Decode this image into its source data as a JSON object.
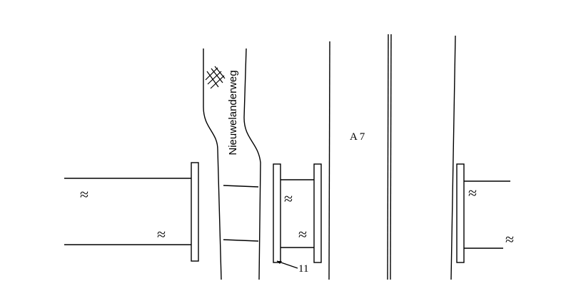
{
  "drawing": {
    "road_label": "Nieuwelanderweg",
    "highway_label": "A 7",
    "reference_number": "11",
    "water_symbol": "≈",
    "water_marks_count": 6,
    "line_color": "#000000",
    "background_color": "#ffffff"
  }
}
